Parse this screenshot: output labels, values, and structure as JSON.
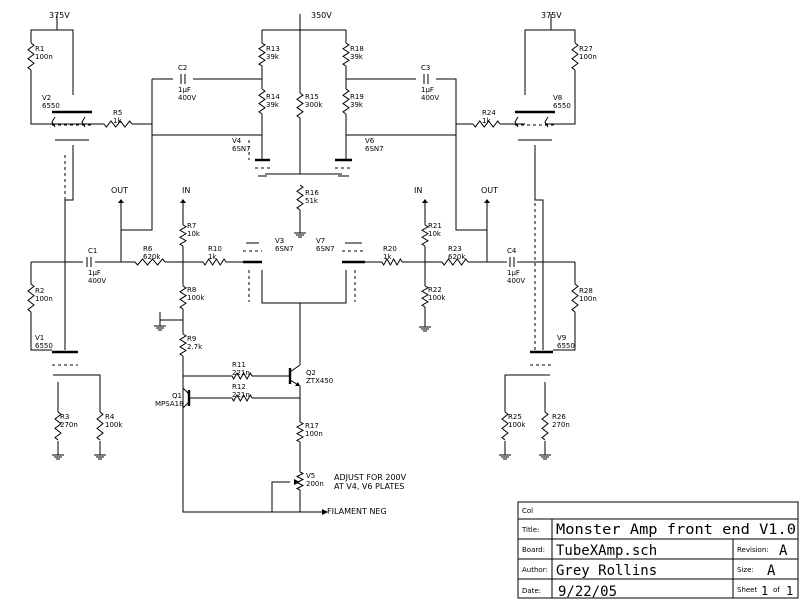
{
  "supply": {
    "left": "375V",
    "center": "350V",
    "right": "375V"
  },
  "terminals": {
    "out_left": "OUT",
    "out_right": "OUT",
    "in_left": "IN",
    "in_right": "IN",
    "filament": "FILAMENT NEG"
  },
  "note": [
    "ADJUST FOR 200V",
    "AT V4, V6 PLATES"
  ],
  "parts": {
    "R1": [
      "R1",
      "100n"
    ],
    "R2": [
      "R2",
      "100n"
    ],
    "R3": [
      "R3",
      "270n"
    ],
    "R4": [
      "R4",
      "100k"
    ],
    "R5": [
      "R5",
      "1k"
    ],
    "R6": [
      "R6",
      "620k"
    ],
    "R7": [
      "R7",
      "10k"
    ],
    "R8": [
      "R8",
      "100k"
    ],
    "R9": [
      "R9",
      "2.7k"
    ],
    "R10": [
      "R10",
      "1k"
    ],
    "R11": [
      "R11",
      "221n"
    ],
    "R12": [
      "R12",
      "221n"
    ],
    "R13": [
      "R13",
      "39k"
    ],
    "R14": [
      "R14",
      "39k"
    ],
    "R15": [
      "R15",
      "300k"
    ],
    "R16": [
      "R16",
      "51k"
    ],
    "R17": [
      "R17",
      "100n"
    ],
    "R18": [
      "R18",
      "39k"
    ],
    "R19": [
      "R19",
      "39k"
    ],
    "R20": [
      "R20",
      "1k"
    ],
    "R21": [
      "R21",
      "10k"
    ],
    "R22": [
      "R22",
      "100k"
    ],
    "R23": [
      "R23",
      "620k"
    ],
    "R24": [
      "R24",
      "1k"
    ],
    "R25": [
      "R25",
      "100k"
    ],
    "R26": [
      "R26",
      "270n"
    ],
    "R27": [
      "R27",
      "100n"
    ],
    "R28": [
      "R28",
      "100n"
    ],
    "C1": [
      "C1",
      "1µF",
      "400V"
    ],
    "C2": [
      "C2",
      "1µF",
      "400V"
    ],
    "C3": [
      "C3",
      "1µF",
      "400V"
    ],
    "C4": [
      "C4",
      "1µF",
      "400V"
    ],
    "V1": [
      "V1",
      "6550"
    ],
    "V2": [
      "V2",
      "6550"
    ],
    "V3": [
      "V3",
      "6SN7"
    ],
    "V4": [
      "V4",
      "6SN7"
    ],
    "V5": [
      "V5",
      "200n"
    ],
    "V6": [
      "V6",
      "6SN7"
    ],
    "V7": [
      "V7",
      "6SN7"
    ],
    "V8": [
      "V8",
      "6550"
    ],
    "V9": [
      "V9",
      "6550"
    ],
    "Q1": [
      "Q1",
      "MPSA18"
    ],
    "Q2": [
      "Q2",
      "ZTX450"
    ]
  },
  "title_block": {
    "col_label": "Col",
    "title_label": "Title:",
    "title": "Monster Amp front end V1.0",
    "board_label": "Board:",
    "board": "TubeXAmp.sch",
    "revision_label": "Revision:",
    "revision": "A",
    "author_label": "Author:",
    "author": "Grey Rollins",
    "size_label": "Size:",
    "size": "A",
    "date_label": "Date:",
    "date": "9/22/05",
    "sheet_label": "Sheet",
    "sheet_num": "1",
    "of_label": "of",
    "sheet_total": "1"
  }
}
